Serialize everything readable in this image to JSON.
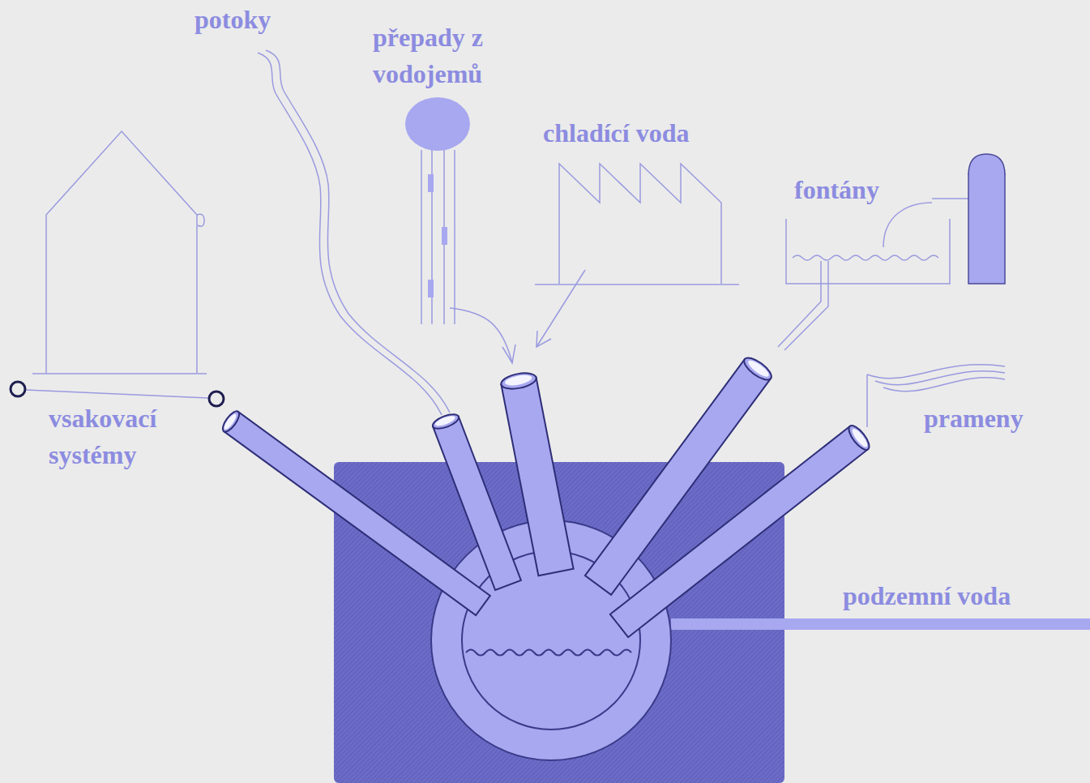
{
  "diagram": {
    "labels": [
      "potoky",
      "přepady z vodojemů",
      "chladící voda",
      "fontány",
      "vsakovací systémy",
      "prameny",
      "podzemní voda"
    ]
  }
}
